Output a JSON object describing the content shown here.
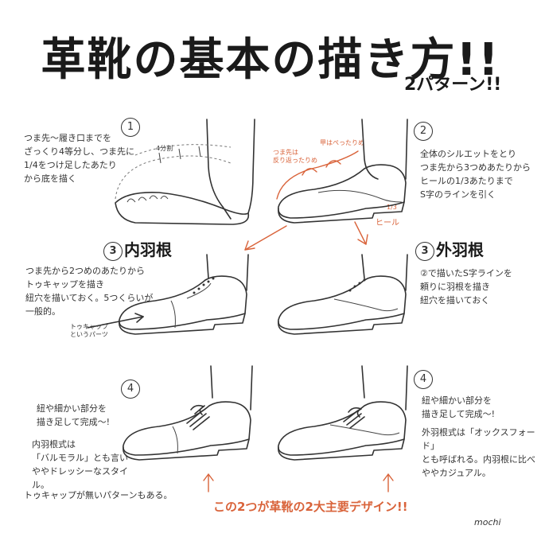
{
  "title": "革靴の基本の描き方!!",
  "subtitle": "2パターン!!",
  "step1": {
    "num": "1",
    "note": "つま先〜履き口までを\nざっくり4等分し、つま先に\n1/4をつけ足したあたり\nから底を描く",
    "label_quarter": "4分割"
  },
  "step2": {
    "num": "2",
    "note": "全体のシルエットをとり\nつま先から3つめあたりから\nヒールの1/3あたりまで\nS字のラインを引く",
    "label_toe": "つま先は\n反り返ったりめ",
    "label_instep": "甲はぺったりめ",
    "label_heel": "ヒール",
    "label_third": "1/3"
  },
  "step3_inner": {
    "num": "3",
    "heading": "内羽根",
    "note": "つま先から2つめのあたりから\nトゥキャップを描き\n紐穴を描いておく。5つくらいが\n一般的。",
    "label_toecap": "トゥキャップ\nというパーツ"
  },
  "step3_outer": {
    "num": "3",
    "heading": "外羽根",
    "note": "②で描いたS字ラインを\n頼りに羽根を描き\n紐穴を描いておく"
  },
  "step4_inner": {
    "num": "4",
    "note1": "紐や細かい部分を\n描き足して完成〜!",
    "note2": "内羽根式は\n「バルモラル」とも言い\nややドレッシーなスタイル。",
    "note3": "トゥキャップが無いパターンもある。"
  },
  "step4_outer": {
    "num": "4",
    "note1": "紐や細かい部分を\n描き足して完成〜!",
    "note2": "外羽根式は「オックスフォード」\nとも呼ばれる。内羽根に比べ\nややカジュアル。"
  },
  "footer": "この2つが革靴の2大主要デザイン!!",
  "signature": "mochi",
  "colors": {
    "accent": "#d9633a",
    "ink": "#222222"
  }
}
